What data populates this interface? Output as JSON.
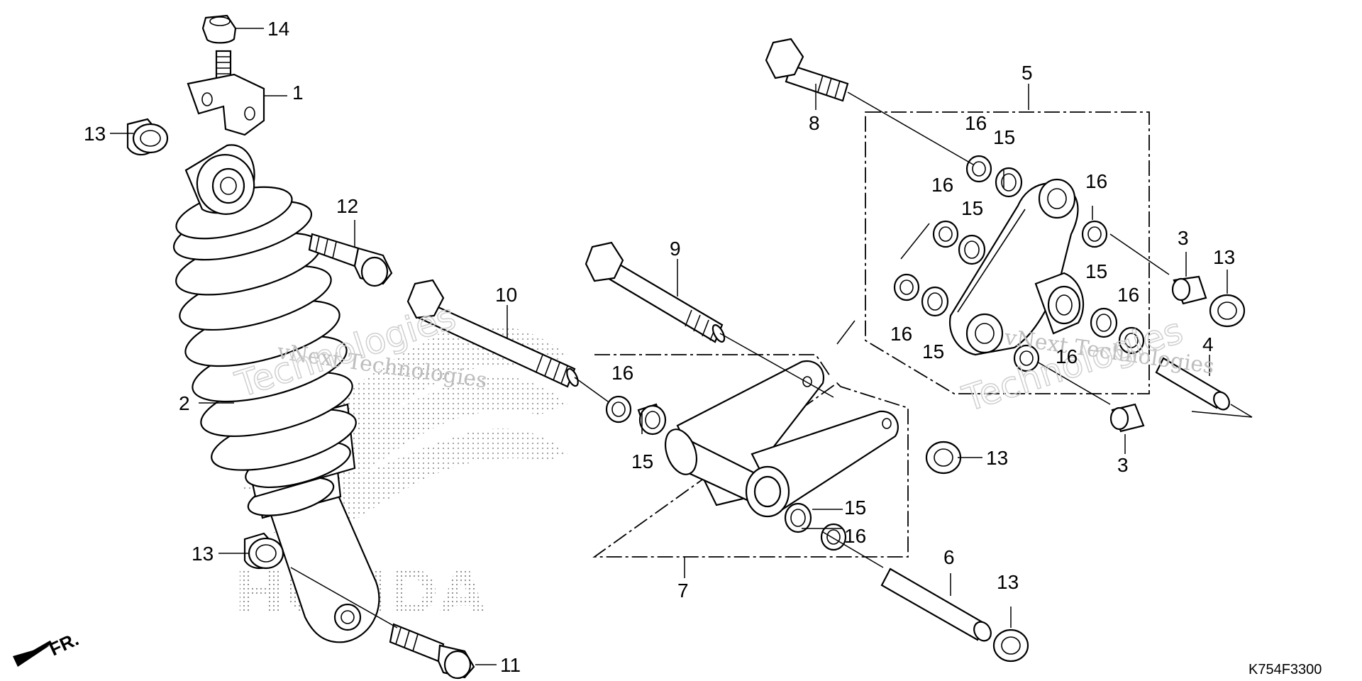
{
  "diagram": {
    "part_code": "K754F3300",
    "watermark_top": "vNext Technologies",
    "watermark_outline": "Technologies",
    "logo_text": "HONDA",
    "front_label": "FR.",
    "callouts": [
      "1",
      "2",
      "3",
      "3",
      "4",
      "5",
      "6",
      "7",
      "8",
      "9",
      "10",
      "11",
      "12",
      "13",
      "13",
      "13",
      "13",
      "13",
      "14",
      "15",
      "15",
      "15",
      "15",
      "15",
      "15",
      "16",
      "16",
      "16",
      "16",
      "16",
      "16",
      "16"
    ]
  }
}
